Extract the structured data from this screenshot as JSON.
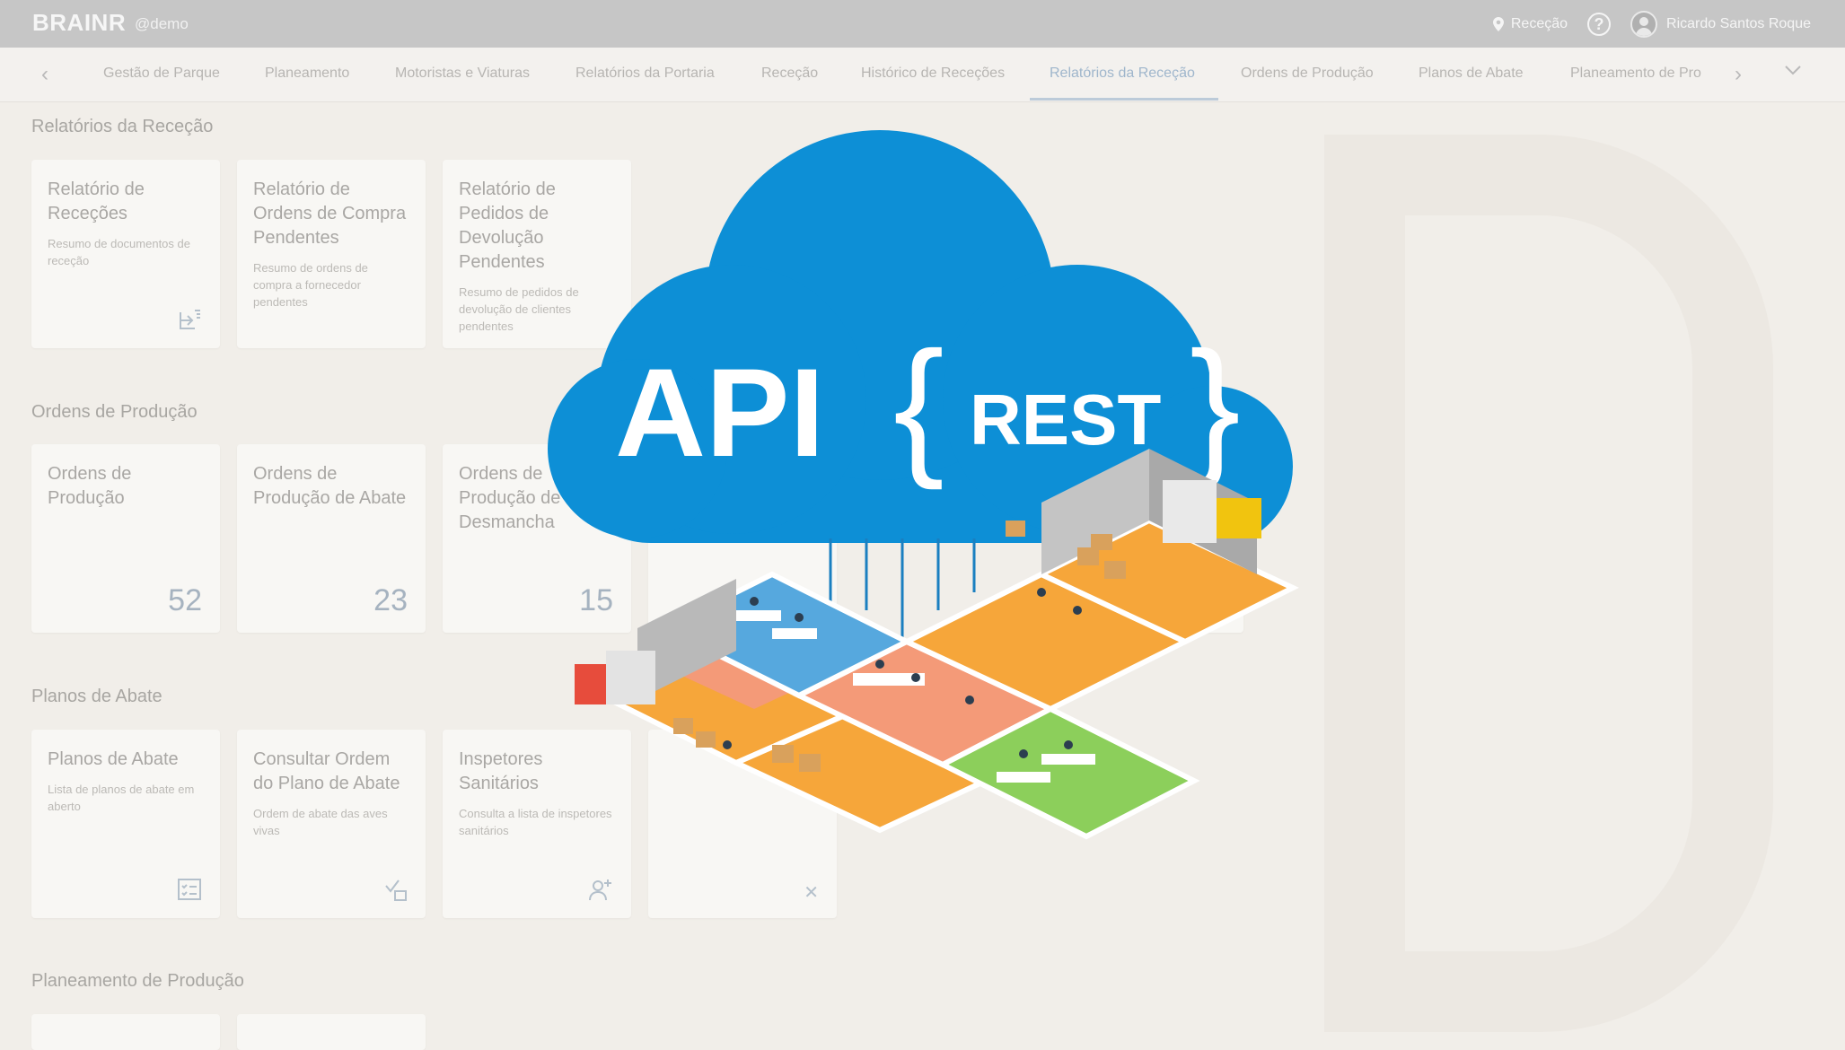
{
  "header": {
    "brand": "BRAINR",
    "brand_sub": "@demo",
    "location": "Receção",
    "help": "?",
    "user_name": "Ricardo Santos Roque"
  },
  "tabs": [
    {
      "label": "Gestão de Parque",
      "active": false
    },
    {
      "label": "Planeamento",
      "active": false
    },
    {
      "label": "Motoristas e Viaturas",
      "active": false
    },
    {
      "label": "Relatórios da Portaria",
      "active": false
    },
    {
      "label": "Receção",
      "active": false
    },
    {
      "label": "Histórico de Receções",
      "active": false
    },
    {
      "label": "Relatórios da Receção",
      "active": true
    },
    {
      "label": "Ordens de Produção",
      "active": false
    },
    {
      "label": "Planos de Abate",
      "active": false
    },
    {
      "label": "Planeamento de Pro",
      "active": false
    }
  ],
  "sections": [
    {
      "title": "Relatórios da Receção",
      "tiles": [
        {
          "title": "Relatório de Receções",
          "subtitle": "Resumo de documentos de receção",
          "icon": "import-icon"
        },
        {
          "title": "Relatório de Ordens de Compra Pendentes",
          "subtitle": "Resumo de ordens de compra a fornecedor pendentes"
        },
        {
          "title": "Relatório de Pedidos de Devolução Pendentes",
          "subtitle": "Resumo de pedidos de devolução de clientes pendentes"
        }
      ]
    },
    {
      "title": "Ordens de Produção",
      "tiles": [
        {
          "title": "Ordens de Produção",
          "number": "52"
        },
        {
          "title": "Ordens de Produção de Abate",
          "number": "23"
        },
        {
          "title": "Ordens de Produção de Desmancha",
          "number": "15"
        }
      ]
    },
    {
      "title": "Planos de Abate",
      "tiles": [
        {
          "title": "Planos de Abate",
          "subtitle": "Lista de planos de abate em aberto",
          "icon": "checklist-icon"
        },
        {
          "title": "Consultar Ordem do Plano de Abate",
          "subtitle": "Ordem de abate das aves vivas",
          "icon": "order-check-icon"
        },
        {
          "title": "Inspetores Sanitários",
          "subtitle": "Consulta a lista de inspetores sanitários",
          "icon": "add-person-icon"
        }
      ]
    },
    {
      "title": "Planeamento de Produção",
      "tiles": []
    }
  ],
  "overlay": {
    "api_text": "API",
    "brace_open": "{",
    "rest_text": "REST",
    "brace_close": "}",
    "colors": {
      "cloud": "#0d8fd6",
      "floor_orange": "#f6a63a",
      "floor_blue": "#56a8de",
      "floor_green": "#8ccf5b",
      "floor_salmon": "#f49a78"
    }
  }
}
